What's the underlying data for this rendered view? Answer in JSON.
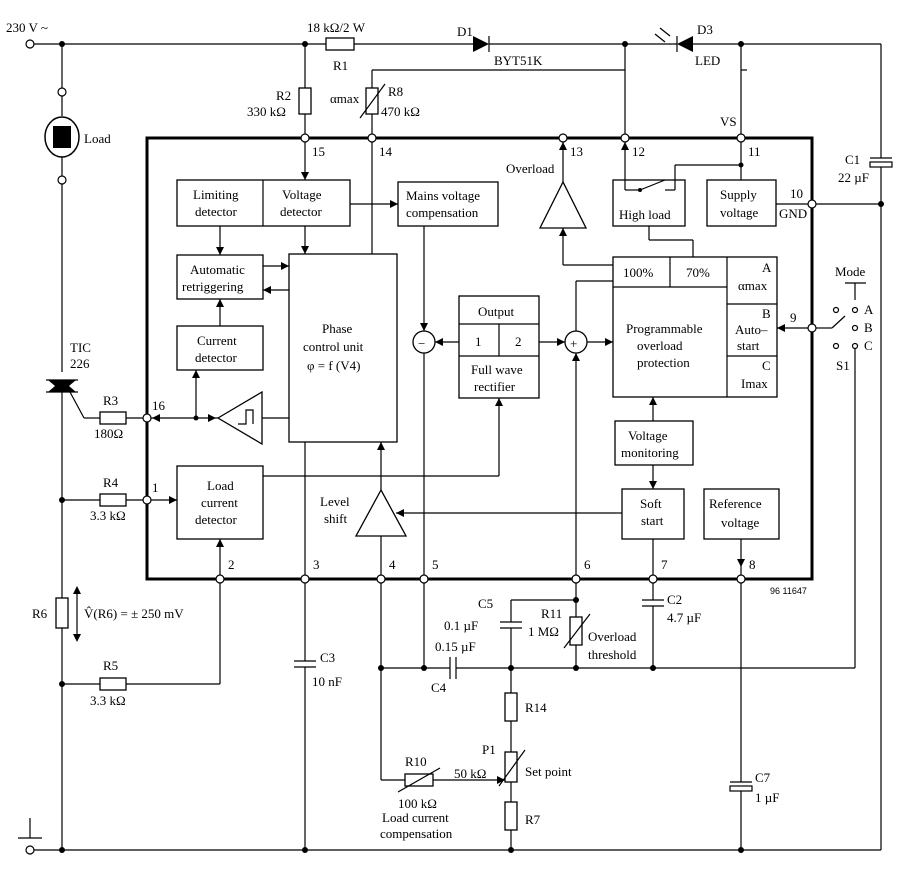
{
  "supply": {
    "voltage": "230 V ~"
  },
  "resistors": {
    "r1_value": "18 kΩ/2 W",
    "r1_name": "R1",
    "r2_name": "R2",
    "r2_value": "330 kΩ",
    "r8_alpha": "αmax",
    "r8_name": "R8",
    "r8_value": "470 kΩ",
    "r3_name": "R3",
    "r3_value": "180Ω",
    "r4_name": "R4",
    "r4_value": "3.3 kΩ",
    "r5_name": "R5",
    "r5_value": "3.3 kΩ",
    "r6_name": "R6",
    "r6_note": "V̂(R6) = ± 250 mV",
    "r11_name": "R11",
    "r11_value": "1 MΩ",
    "r14_name": "R14",
    "r10_name": "R10",
    "r10_value": "100 kΩ",
    "p1_name": "P1",
    "p1_value": "50 kΩ",
    "r7_name": "R7"
  },
  "diodes": {
    "d1_name": "D1",
    "d1_part": "BYT51K",
    "d3_name": "D3",
    "d3_part": "LED"
  },
  "components": {
    "load": "Load",
    "triac_name": "TIC",
    "triac_num": "226",
    "vs": "VS",
    "gnd": "GND",
    "c1_name": "C1",
    "c1_value": "22 µF",
    "c2_name": "C2",
    "c2_value": "4.7 µF",
    "c3_name": "C3",
    "c3_value": "10 nF",
    "c4_name": "C4",
    "c4_value": "0.15 µF",
    "c5_name": "C5",
    "c5_value": "0.1 µF",
    "c7_name": "C7",
    "c7_value": "1 µF",
    "overload_threshold_1": "Overload",
    "overload_threshold_2": "threshold",
    "set_point": "Set point",
    "load_comp_1": "Load current",
    "load_comp_2": "compensation",
    "mode": "Mode",
    "mode_a": "A",
    "mode_b": "B",
    "mode_c": "C",
    "s1": "S1",
    "figure_code": "96 11647"
  },
  "pins": [
    "15",
    "14",
    "13",
    "12",
    "11",
    "10",
    "9",
    "16",
    "1",
    "2",
    "3",
    "4",
    "5",
    "6",
    "7",
    "8"
  ],
  "blocks": {
    "limiting_1": "Limiting",
    "limiting_2": "detector",
    "voltage_1": "Voltage",
    "voltage_2": "detector",
    "mains_1": "Mains voltage",
    "mains_2": "compensation",
    "overload_amp": "Overload",
    "high_load": "High load",
    "supply_1": "Supply",
    "supply_2": "voltage",
    "auto_1": "Automatic",
    "auto_2": "retriggering",
    "phase_1": "Phase",
    "phase_2": "control unit",
    "phase_3": "φ = f (V4)",
    "current_1": "Current",
    "current_2": "detector",
    "output": "Output",
    "out_1": "1",
    "out_2": "2",
    "fwr_1": "Full wave",
    "fwr_2": "rectifier",
    "prog_100": "100%",
    "prog_70": "70%",
    "prog_a": "A",
    "prog_amax": "αmax",
    "prog_b": "B",
    "prog_auto_1": "Auto–",
    "prog_auto_2": "start",
    "prog_c": "C",
    "prog_imax": "Imax",
    "prog_1": "Programmable",
    "prog_2": "overload",
    "prog_3": "protection",
    "vmon_1": "Voltage",
    "vmon_2": "monitoring",
    "soft_1": "Soft",
    "soft_2": "start",
    "ref_1": "Reference",
    "ref_2": "voltage",
    "load_1": "Load",
    "load_2": "current",
    "load_3": "detector",
    "level_1": "Level",
    "level_2": "shift",
    "minus": "−",
    "plus": "+"
  }
}
